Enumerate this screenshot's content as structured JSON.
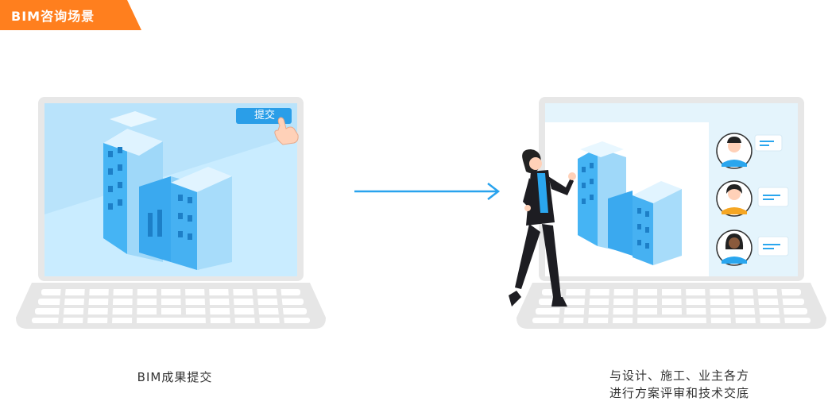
{
  "tag": {
    "label": "BIM咨询场景",
    "color": "#ff7f1e"
  },
  "left_panel": {
    "button_label": "提交",
    "caption": "BIM成果提交"
  },
  "right_panel": {
    "caption_line1": "与设计、施工、业主各方",
    "caption_line2": "进行方案评审和技术交底"
  },
  "colors": {
    "accent": "#29a3ee",
    "screen": "#c7eaff",
    "laptop": "#e6e6e6"
  }
}
